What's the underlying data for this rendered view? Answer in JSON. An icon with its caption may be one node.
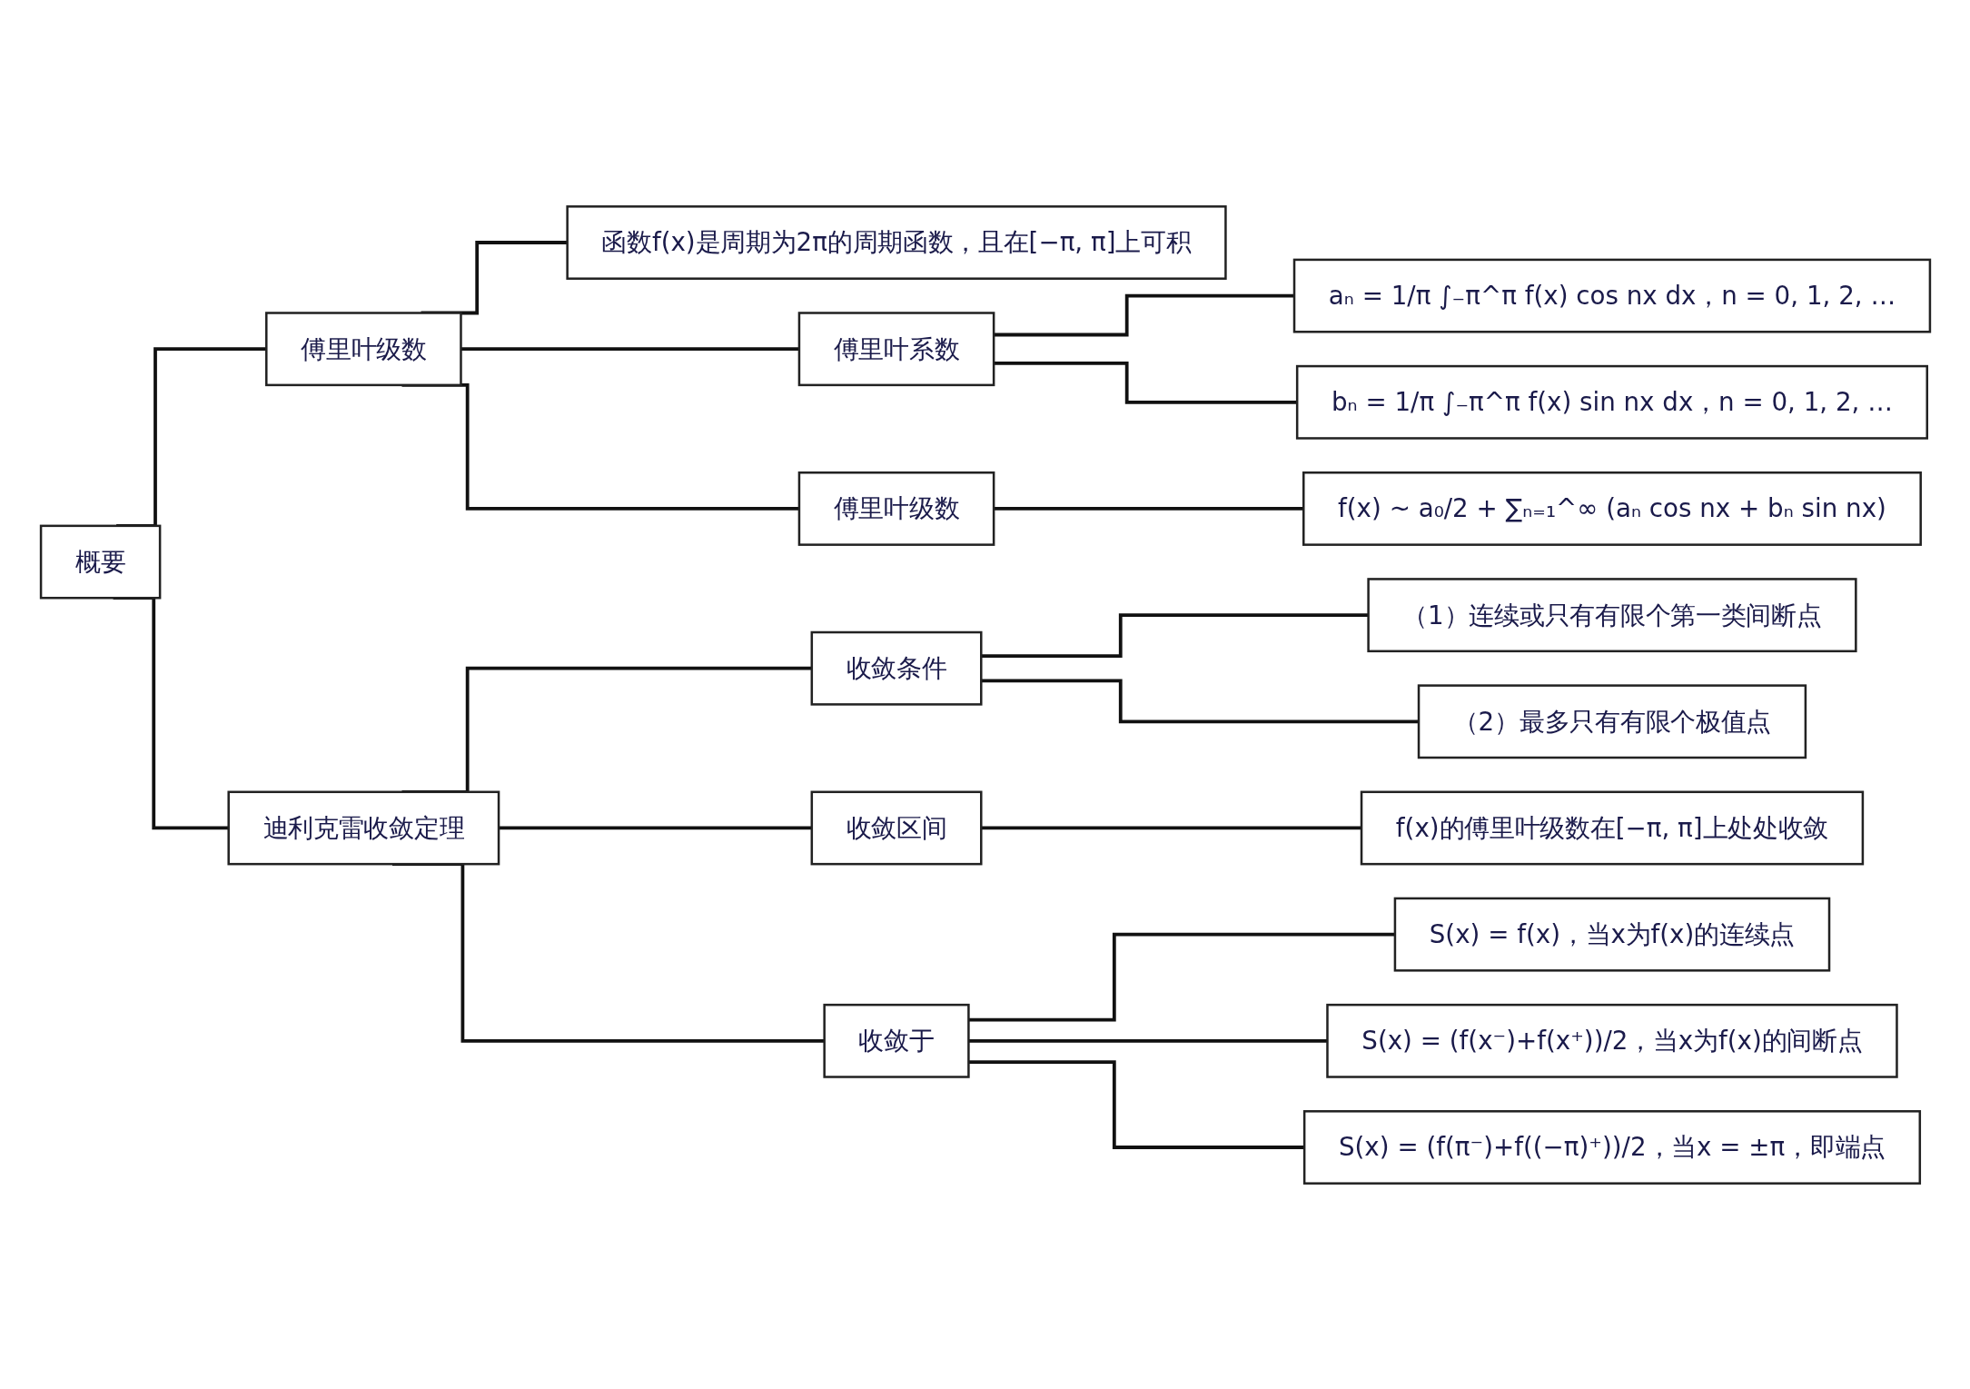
{
  "diagram": {
    "nodes": [
      {
        "text": [
          "概要"
        ]
      },
      {
        "text": [
          "傅里叶级数"
        ]
      },
      {
        "text": [
          "函数f(x)是周期为2π的周期函数，且在[−π, π]上可积"
        ]
      },
      {
        "text": [
          "傅里叶系数"
        ]
      },
      {
        "text": [
          "aₙ = 1/π ∫₋π^π f(x) cos nx dx，n = 0, 1, 2, …"
        ]
      },
      {
        "text": [
          "bₙ = 1/π ∫₋π^π f(x) sin nx dx，n = 0, 1, 2, …"
        ]
      },
      {
        "text": [
          "傅里叶级数"
        ]
      },
      {
        "text": [
          "f(x) ~ a₀/2 + ∑ₙ₌₁^∞ (aₙ cos nx + bₙ sin nx)"
        ]
      },
      {
        "text": [
          "迪利克雷收敛定理"
        ]
      },
      {
        "text": [
          "收敛条件"
        ]
      },
      {
        "text": [
          "（1）连续或只有有限个第一类间断点"
        ]
      },
      {
        "text": [
          "（2）最多只有有限个极值点"
        ]
      },
      {
        "text": [
          "收敛区间"
        ]
      },
      {
        "text": [
          "f(x)的傅里叶级数在[−π, π]上处处收敛"
        ]
      },
      {
        "text": [
          "收敛于"
        ]
      },
      {
        "text": [
          "S(x) = f(x)，当x为f(x)的连续点"
        ]
      },
      {
        "text": [
          "S(x) = (f(x⁻)+f(x⁺))/2，当x为f(x)的间断点"
        ]
      },
      {
        "text": [
          "S(x) = (f(π⁻)+f((−π)⁺))/2，当x = ±π，即端点"
        ]
      }
    ],
    "edges": [
      {
        "from": 0,
        "to": 1,
        "arrow": "none"
      },
      {
        "from": 0,
        "to": 8,
        "arrow": "none"
      },
      {
        "from": 1,
        "to": 2,
        "arrow": "none"
      },
      {
        "from": 1,
        "to": 3,
        "arrow": "none"
      },
      {
        "from": 1,
        "to": 6,
        "arrow": "none"
      },
      {
        "from": 3,
        "to": 4,
        "arrow": "none"
      },
      {
        "from": 3,
        "to": 5,
        "arrow": "none"
      },
      {
        "from": 6,
        "to": 7,
        "arrow": "none"
      },
      {
        "from": 8,
        "to": 9,
        "arrow": "none"
      },
      {
        "from": 8,
        "to": 12,
        "arrow": "none"
      },
      {
        "from": 8,
        "to": 14,
        "arrow": "none"
      },
      {
        "from": 9,
        "to": 10,
        "arrow": "none"
      },
      {
        "from": 9,
        "to": 11,
        "arrow": "none"
      },
      {
        "from": 12,
        "to": 13,
        "arrow": "none"
      },
      {
        "from": 14,
        "to": 15,
        "arrow": "none"
      },
      {
        "from": 14,
        "to": 16,
        "arrow": "none"
      },
      {
        "from": 14,
        "to": 17,
        "arrow": "none"
      }
    ]
  }
}
